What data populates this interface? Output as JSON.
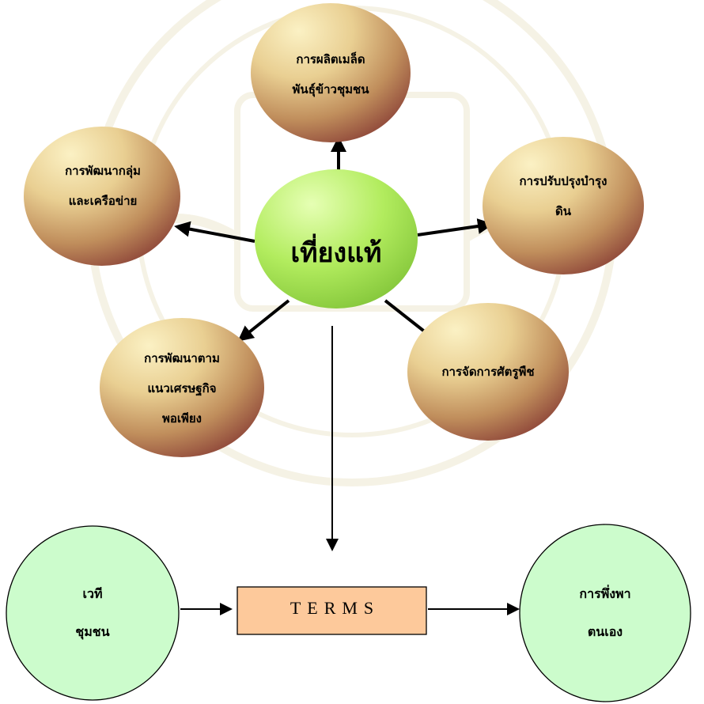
{
  "diagram": {
    "center": "เที่ยงแท้",
    "nodes": {
      "seed": "การผลิตเมล็ด\nพันธุ์ข้าวชุมชน",
      "soil": "การปรับปรุงบำรุง\nดิน",
      "pest": "การจัดการศัตรูพืช",
      "sufficiency": "การพัฒนาตาม\nแนวเศรษฐกิจ\nพอเพียง",
      "groups": "การพัฒนากลุ่ม\nและเครือข่าย"
    },
    "bottom": {
      "left": "เวที\nชุมชน",
      "box": "TERMS",
      "right": "การพึ่งพา\nตนเอง"
    }
  }
}
